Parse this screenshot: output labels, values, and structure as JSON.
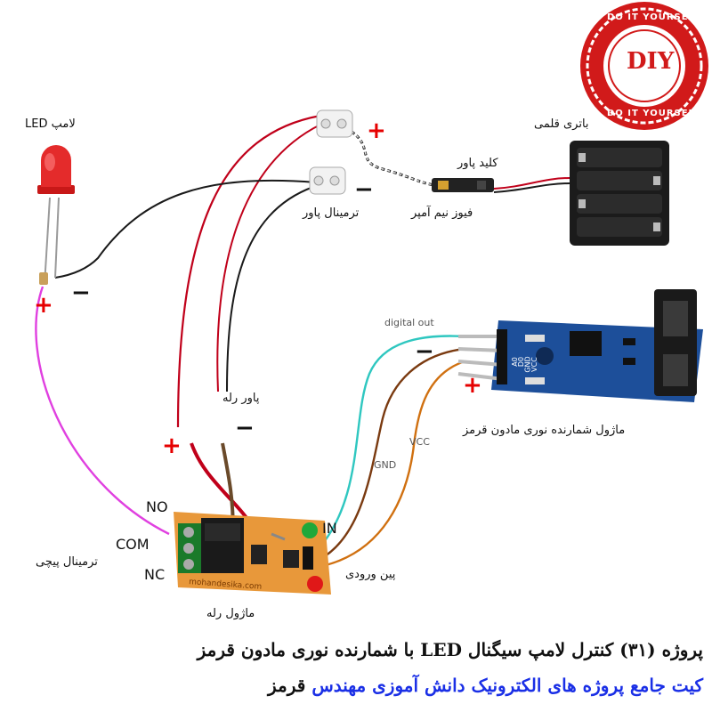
{
  "labels": {
    "led_lamp": "لامپ LED",
    "battery": "باتری قلمی",
    "power_switch": "کلید پاور",
    "fuse": "فیوز نیم آمپر",
    "power_terminal": "ترمینال پاور",
    "relay_power": "پاور رله",
    "digital_out": "digital out",
    "gnd": "GND",
    "vcc": "VCC",
    "sensor_module": "ماژول شمارنده نوری مادون قرمز",
    "screw_terminal": "ترمینال پیچی",
    "input_pin": "پین ورودی",
    "relay_module": "ماژول رله",
    "pin_no": "NO",
    "pin_com": "COM",
    "pin_nc": "NC",
    "pin_in": "IN",
    "sensor_pins": [
      "A0",
      "D0",
      "GND",
      "VCC"
    ],
    "relay_silkscreen": "mohandesika.com"
  },
  "polarity": {
    "plus": "+",
    "minus": "−"
  },
  "badge": {
    "top_text": "DO IT YOURSELF",
    "center": "DIY",
    "bottom_text": "DO IT YOURSELF"
  },
  "footer": {
    "line1": "پروژه (۳۱) کنترل لامپ سیگنال LED با شمارنده نوری مادون قرمز",
    "line2_prefix": "قرمز",
    "line2_blue": "کیت جامع پروژه های الکترونیک دانش آموزی مهندس"
  },
  "colors": {
    "wire_red": "#c0001a",
    "wire_black": "#1a1a1a",
    "wire_magenta": "#e040e0",
    "wire_cyan": "#2fc7c0",
    "wire_brown": "#7a3a10",
    "wire_orange": "#d07010",
    "badge_red": "#d11a1a",
    "board_orange": "#e8983a",
    "sensor_blue": "#1d4f9a",
    "title_blue": "#1a2fe6"
  }
}
